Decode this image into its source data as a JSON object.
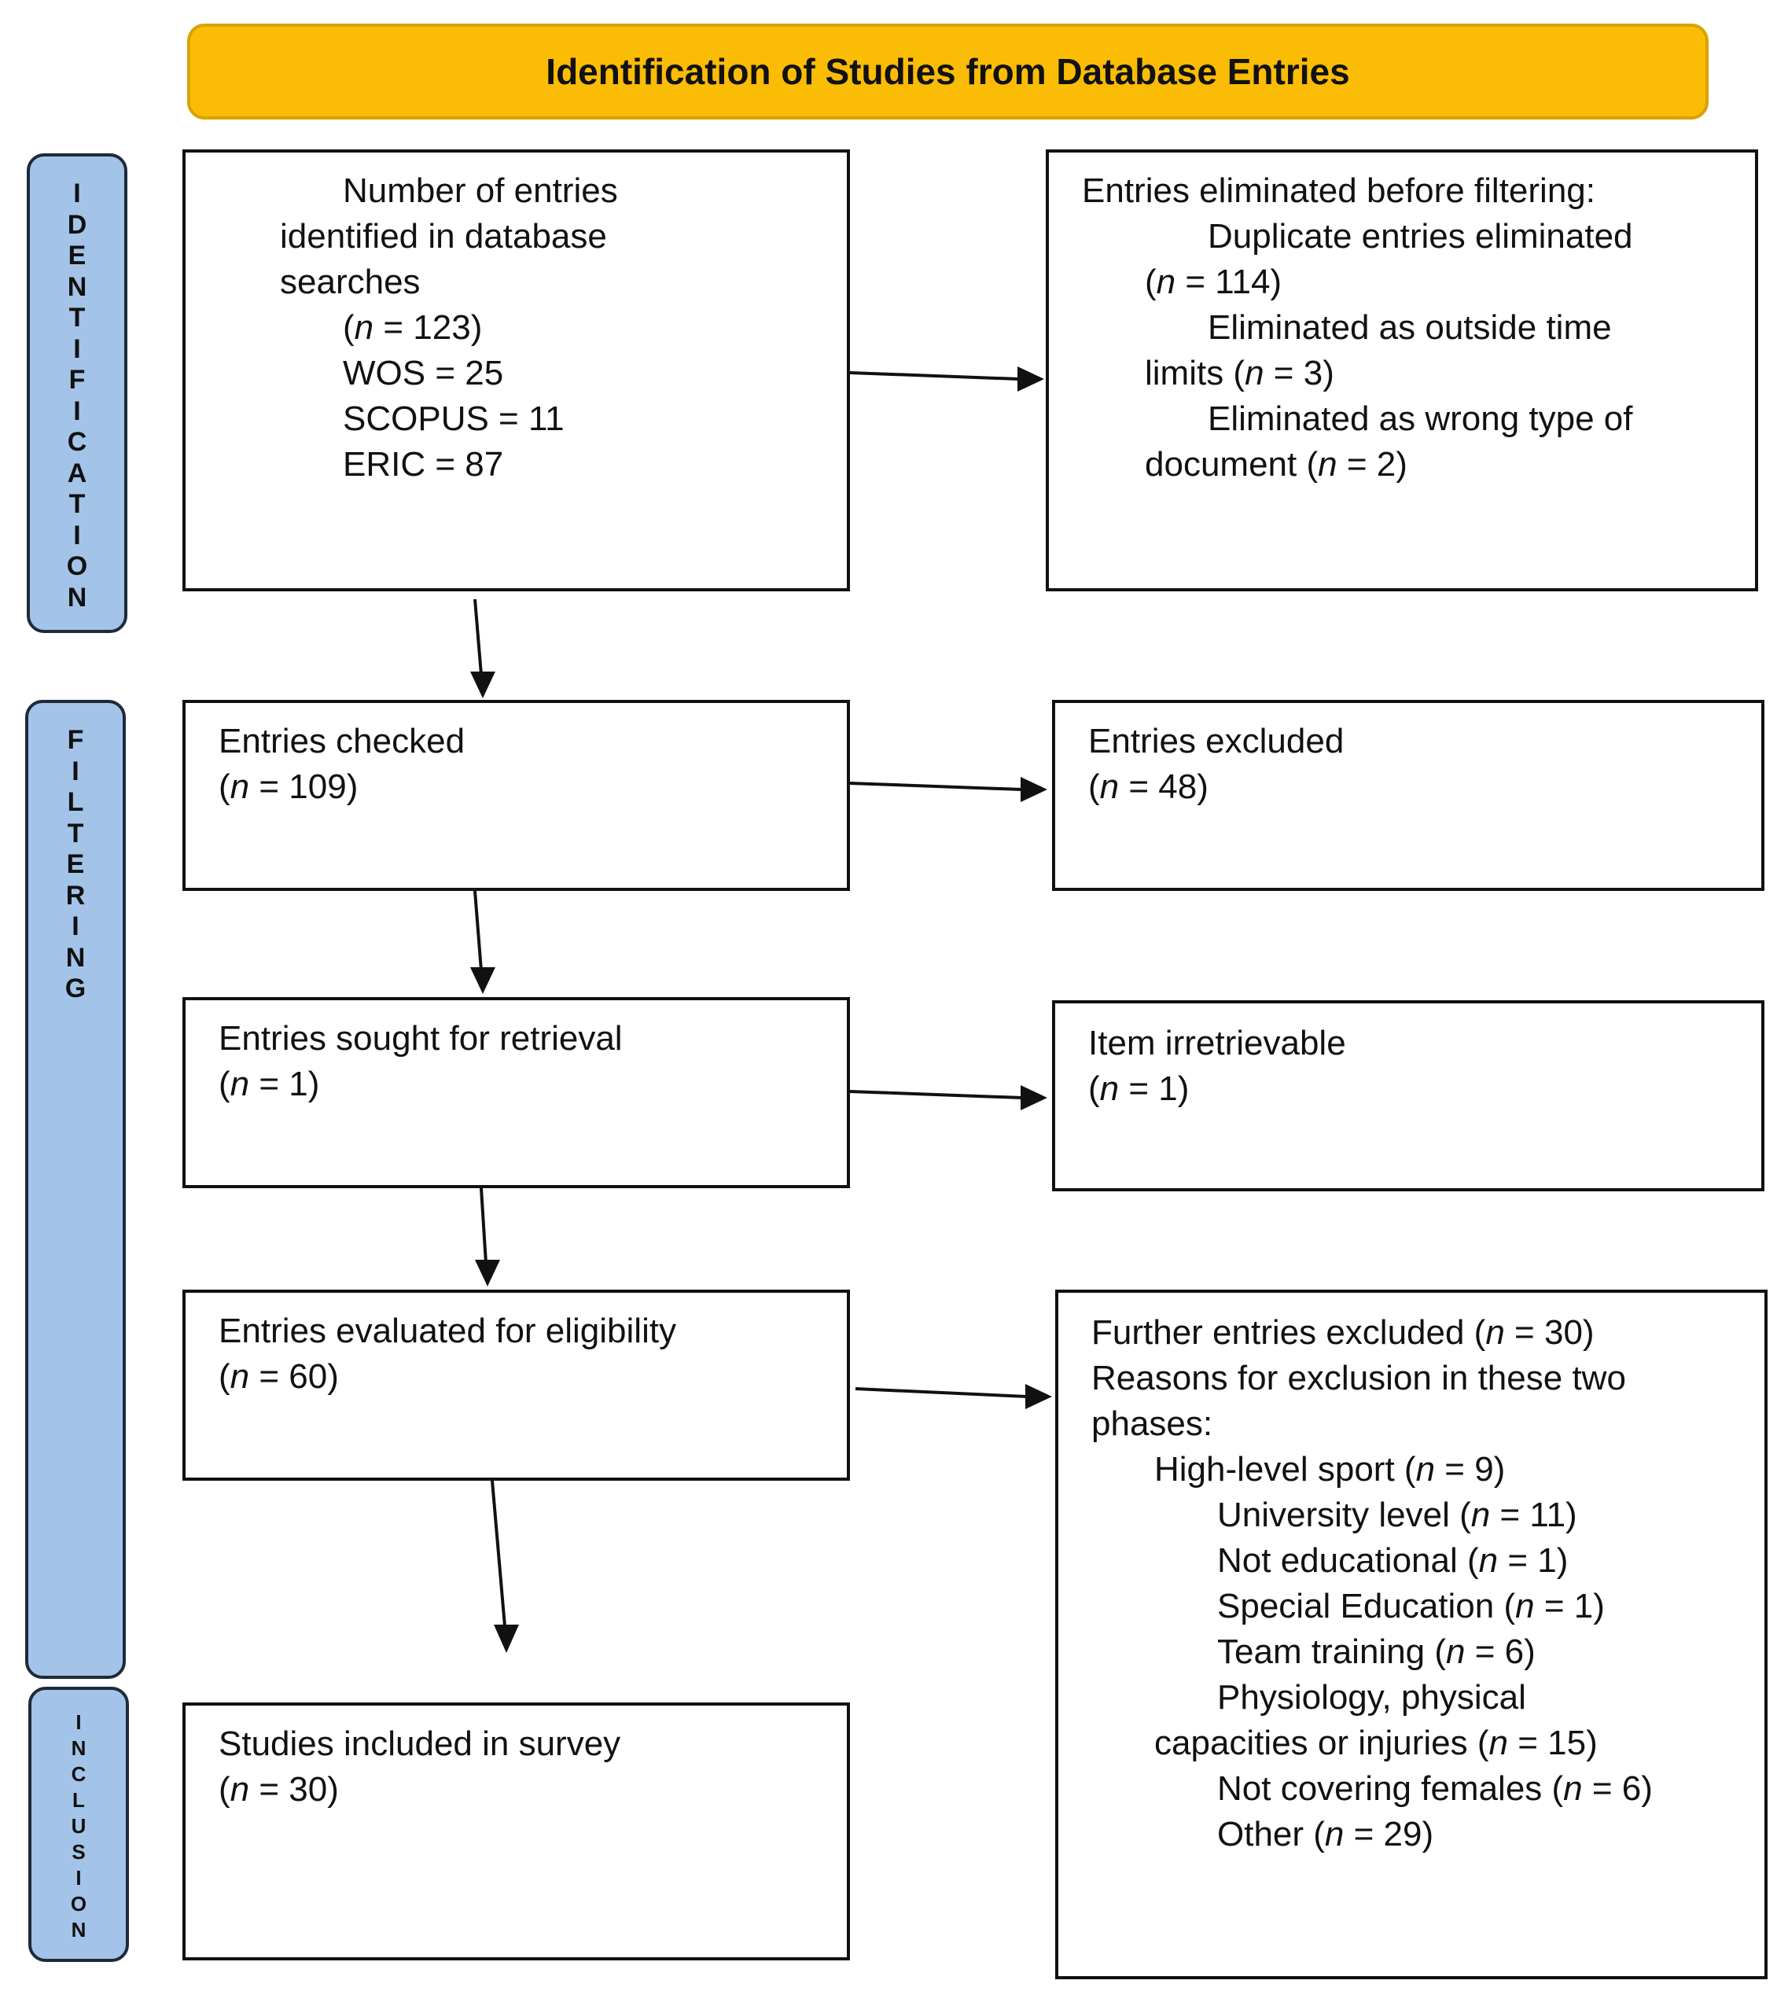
{
  "header": {
    "title": "Identification of Studies from Database Entries"
  },
  "phases": {
    "identification": [
      "I",
      "D",
      "E",
      "N",
      "T",
      "I",
      "F",
      "I",
      "C",
      "A",
      "T",
      "I",
      "O",
      "N"
    ],
    "filtering": [
      "F",
      "I",
      "L",
      "T",
      "E",
      "R",
      "I",
      "N",
      "G"
    ],
    "inclusion": [
      "I",
      "N",
      "C",
      "L",
      "U",
      "S",
      "I",
      "O",
      "N"
    ]
  },
  "boxes": {
    "identified": {
      "line1": "Number of entries",
      "line2": "identified in database",
      "line3": "searches",
      "n_prefix": "(",
      "n_var": "n",
      "n_suffix": " = 123)",
      "wos": "WOS = 25",
      "scopus": "SCOPUS = 11",
      "eric": "ERIC = 87"
    },
    "eliminated": {
      "heading": "Entries eliminated before filtering:",
      "dup_label": "Duplicate entries eliminated",
      "dup_n": " = 114)",
      "time_label": "Eliminated as outside time",
      "time_cont": "limits (",
      "time_n": " = 3)",
      "type_label": "Eliminated as wrong type of",
      "type_cont": "document (",
      "type_n": " = 2)"
    },
    "checked": {
      "label": "Entries checked",
      "n": " = 109)"
    },
    "excluded": {
      "label": "Entries excluded",
      "n": " = 48)"
    },
    "sought": {
      "label": "Entries sought for retrieval",
      "n": " = 1)"
    },
    "irretrievable": {
      "label": "Item irretrievable",
      "n": " = 1)"
    },
    "evaluated": {
      "label": "Entries evaluated for eligibility",
      "n": " = 60)"
    },
    "included": {
      "label": "Studies included in survey",
      "n": " = 30)"
    },
    "further": {
      "line1": "Further entries excluded (",
      "line1_n": " = 30)",
      "line2": "Reasons for exclusion in these two",
      "line3": "phases:",
      "reasons": [
        {
          "label": "High-level sport (",
          "n": " = 9)"
        },
        {
          "label": "University level (",
          "n": " = 11)"
        },
        {
          "label": "Not educational (",
          "n": " = 1)"
        },
        {
          "label": "Special Education (",
          "n": " = 1)"
        },
        {
          "label": "Team training (",
          "n": " = 6)"
        },
        {
          "label": "Physiology, physical",
          "n": ""
        },
        {
          "label": "capacities or injuries (",
          "n": " = 15)"
        },
        {
          "label": "Not covering females (",
          "n": " = 6)"
        },
        {
          "label": "Other (",
          "n": " = 29)"
        }
      ]
    },
    "n_symbol": "n",
    "open_paren": "("
  }
}
